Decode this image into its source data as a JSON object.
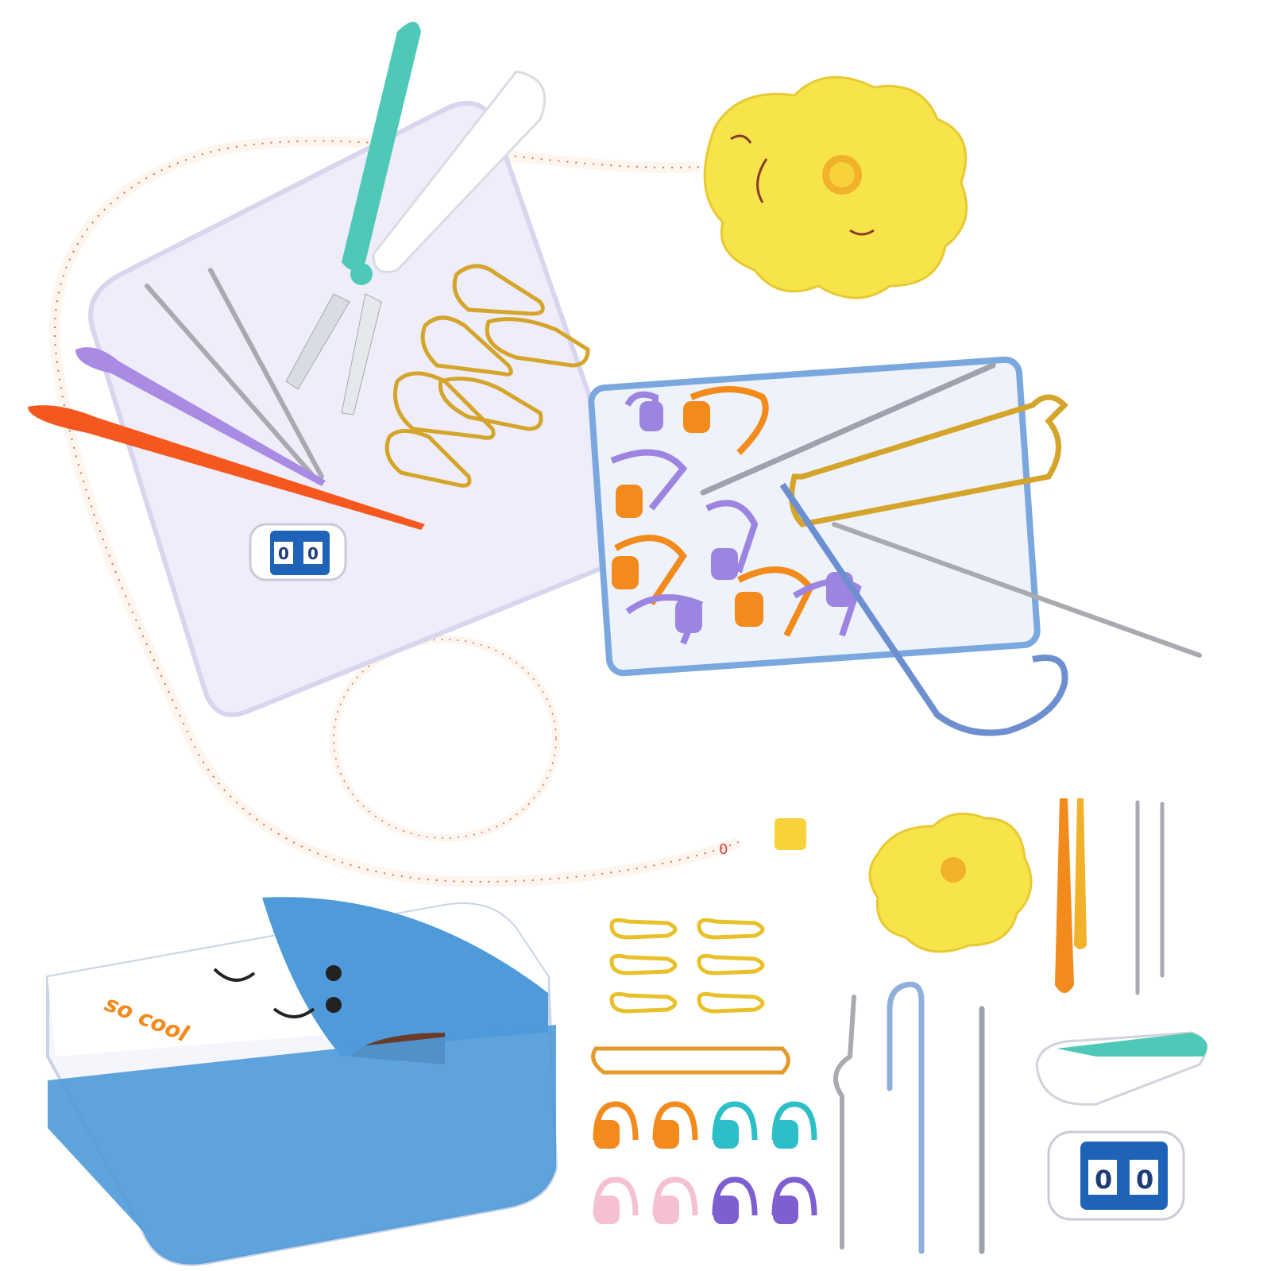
{
  "scene": {
    "subject": "knitting accessories kit product photo",
    "background_color": "#ffffff"
  },
  "tin_box": {
    "label": "so cool",
    "colors": {
      "lid_blue": "#4f9ad9",
      "body_white": "#f4f6fb",
      "rim_brown": "#6b3b2a"
    }
  },
  "row_counter_large": {
    "digit_1": "0",
    "digit_2": "0"
  },
  "row_counter_small": {
    "digit_1": "0",
    "digit_2": "0"
  },
  "tape_measure": {
    "start_mark": "0",
    "case_color": "#f7e34a",
    "tape_color": "#fdf6ee",
    "tick_color": "#d8433a"
  },
  "trays": {
    "left_tray_color": "#e9e8f8",
    "right_tray_color": "#dce9f7",
    "right_tray_rim": "#6f9fd8"
  },
  "accents": {
    "teal": "#4fc9b7",
    "orange": "#f28a1c",
    "purple": "#9d84e0",
    "gold": "#d4a52a",
    "pink": "#f5c1d2",
    "blue_needle": "#6d8fd0",
    "silver": "#a8aab0"
  }
}
